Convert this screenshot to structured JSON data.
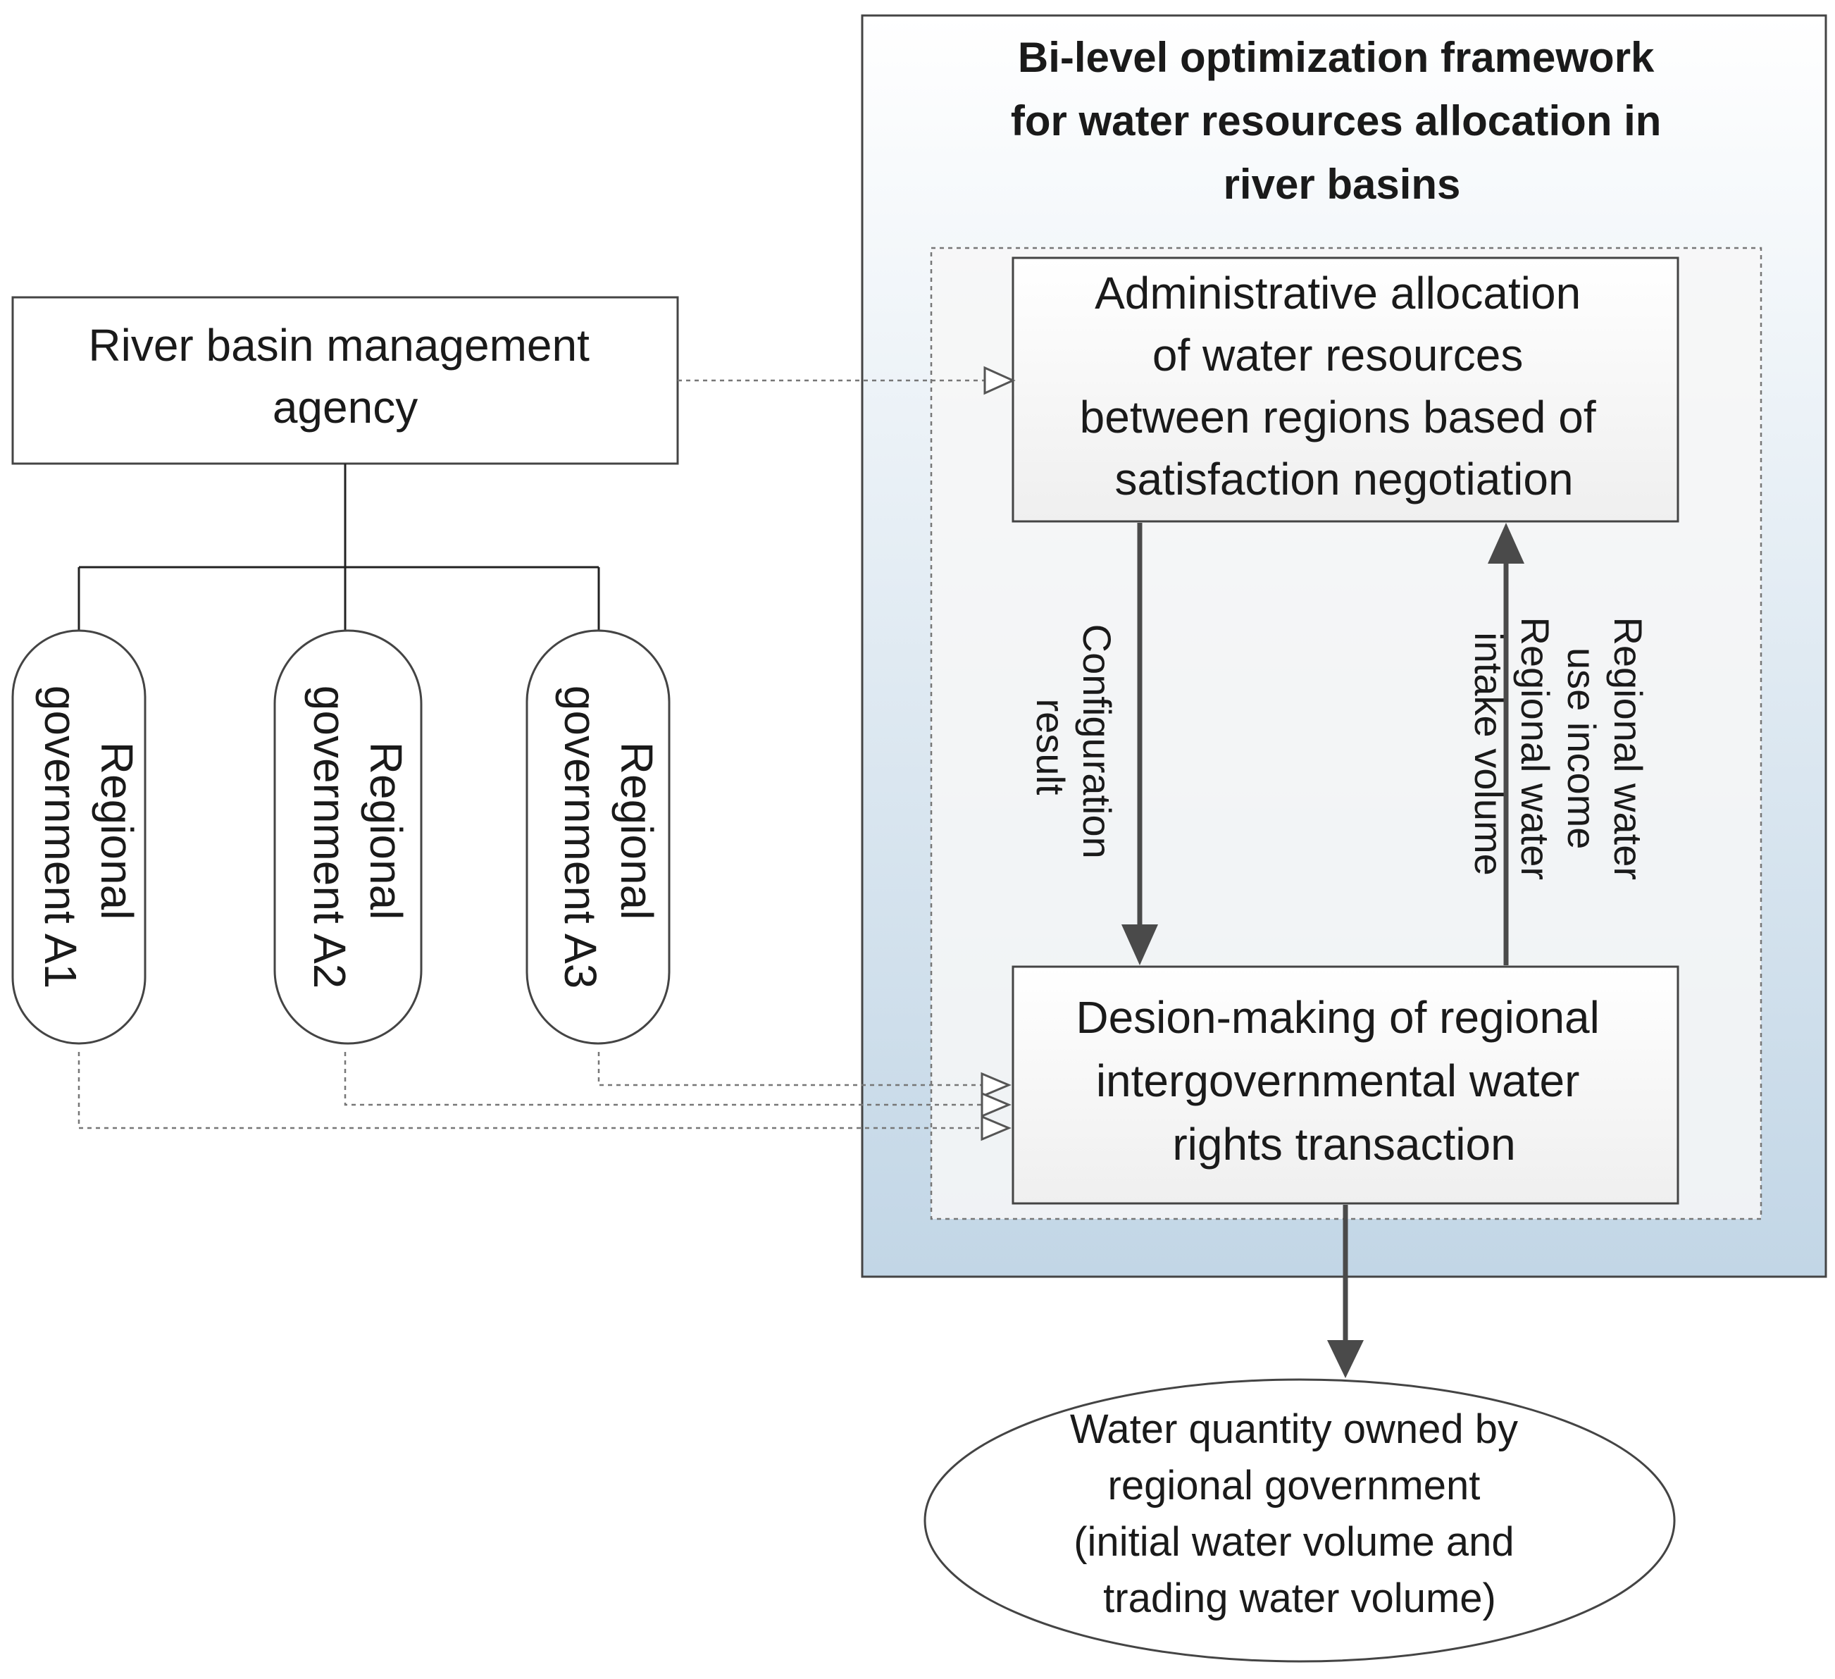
{
  "framework": {
    "title_lines": [
      "Bi-level optimization framework",
      "for water resources allocation in",
      "river basins"
    ]
  },
  "agency": {
    "label_lines": [
      "River basin management",
      "agency"
    ]
  },
  "regional_governments": [
    {
      "lines": [
        "Regional",
        "government A1"
      ]
    },
    {
      "lines": [
        "Regional",
        "government A2"
      ]
    },
    {
      "lines": [
        "Regional",
        "government A3"
      ]
    }
  ],
  "upper_level": {
    "label_lines": [
      "Administrative allocation",
      "of water resources",
      "between regions based of",
      "satisfaction negotiation"
    ]
  },
  "lower_level": {
    "label_lines": [
      "Desion-making of regional",
      "intergovernmental water",
      "rights transaction"
    ]
  },
  "flows": {
    "down_label_lines": [
      "Configuration",
      "result"
    ],
    "up_label_lines": [
      "Regional water",
      "use income",
      "Regional water",
      "intake volume"
    ]
  },
  "output": {
    "label_lines": [
      "Water quantity owned by",
      "regional government",
      " (initial water volume and",
      "trading water volume)"
    ]
  },
  "colors": {
    "frame_top": "#ffffff",
    "frame_bottom": "#c2d6e6",
    "stroke": "#444444",
    "arrow": "#4a4a4a"
  }
}
